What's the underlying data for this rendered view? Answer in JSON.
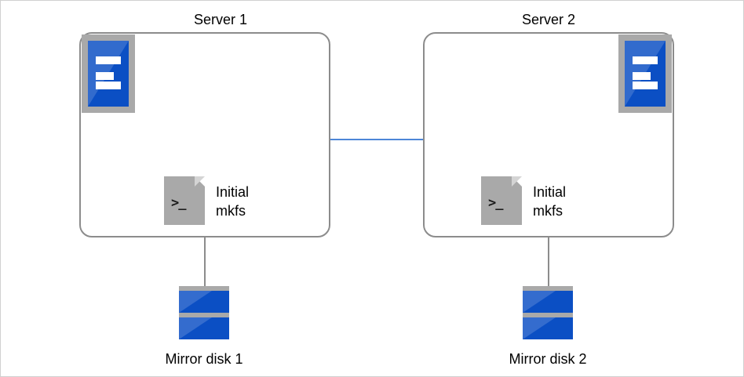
{
  "diagram": {
    "title_server_1": "Server 1",
    "title_server_2": "Server 2",
    "title_disk_1": "Mirror disk 1",
    "title_disk_2": "Mirror disk 2",
    "script_label_1": "Initial\nmkfs",
    "script_label_1_line1": "Initial",
    "script_label_1_line2": "mkfs",
    "script_label_2_line1": "Initial",
    "script_label_2_line2": "mkfs",
    "terminal_prompt": ">_",
    "colors": {
      "icon_blue": "#0b4fc4",
      "icon_gray": "#a9a9a9",
      "box_border": "#8c8c8c",
      "interconnect": "#4d86d8",
      "background": "#ffffff",
      "text": "#000000"
    }
  }
}
